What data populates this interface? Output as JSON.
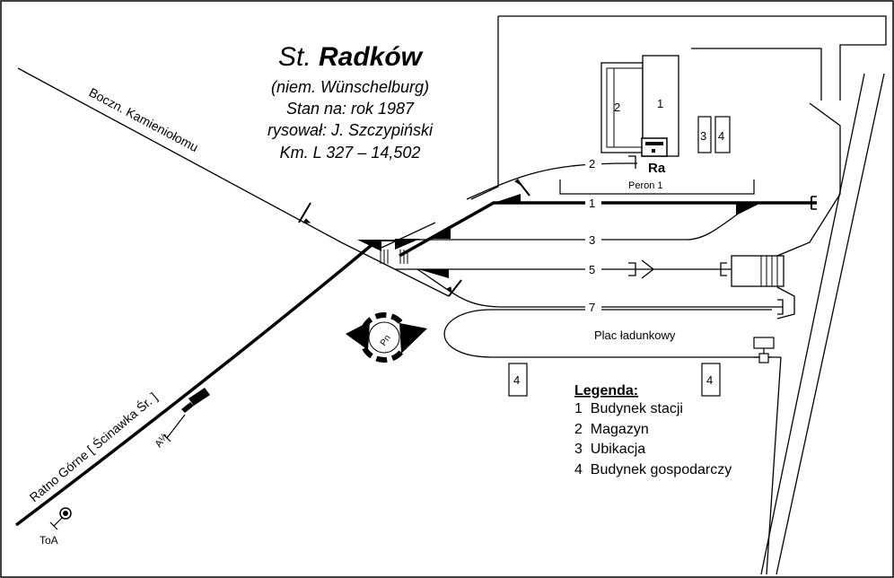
{
  "title": {
    "prefix": "St.",
    "name": "Radków",
    "german_name": "(niem. Wünschelburg)",
    "state": "Stan na: rok 1987",
    "author": "rysował: J. Szczypiński",
    "km": "Km. L 327 – 14,502"
  },
  "lines": {
    "siding": "Boczn. Kamieniołomu",
    "direction": "Ratno Górne [ Ścinawka Śr. ]"
  },
  "tracks": {
    "t1": "1",
    "t2": "2",
    "t3": "3",
    "t5": "5",
    "t7": "7"
  },
  "platform": "Peron 1",
  "station_code": "Ra",
  "loading_yard": "Plac ładunkowy",
  "buildings": {
    "b1": "1",
    "b2": "2",
    "b3": "3",
    "b4a": "4",
    "b4b": "4",
    "b4c": "4"
  },
  "signals": {
    "sign_a12": "A½",
    "sign_toa": "ToA"
  },
  "compass": "Pn",
  "legend": {
    "title": "Legenda:",
    "items": [
      "1  Budynek stacji",
      "2  Magazyn",
      "3  Ubikacja",
      "4  Budynek gospodarczy"
    ]
  }
}
